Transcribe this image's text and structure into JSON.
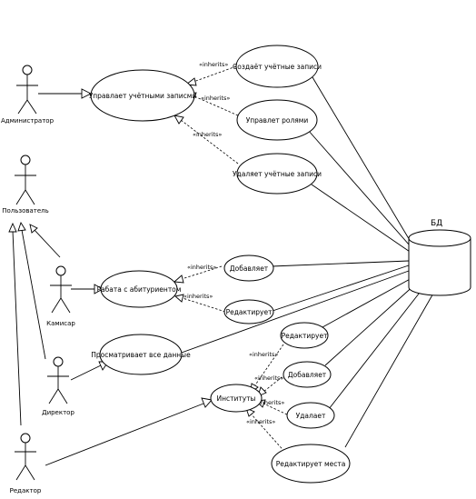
{
  "actors": {
    "admin": "Администратор",
    "user": "Пользователь",
    "commissar": "Камисар",
    "director": "Директор",
    "editor": "Редактор"
  },
  "use_cases": {
    "manage_accounts": "Управлает учётными записми",
    "create_accounts": "Создаёт учётные записи",
    "manage_roles": "Управлет ролями",
    "delete_accounts": "Удаляет учётные записи",
    "work_applicants": "Рабата с абитуриентом",
    "add_applicant": "Добавляет",
    "edit_applicant": "Редактирует",
    "view_all": "Просматривает все данные",
    "institutes": "Институты",
    "edit_institute": "Редактирует",
    "add_institute": "Добавляет",
    "delete_institute": "Удалает",
    "edit_places": "Редактирует места"
  },
  "database": {
    "label": "БД"
  },
  "stereotype": "«inherits»"
}
